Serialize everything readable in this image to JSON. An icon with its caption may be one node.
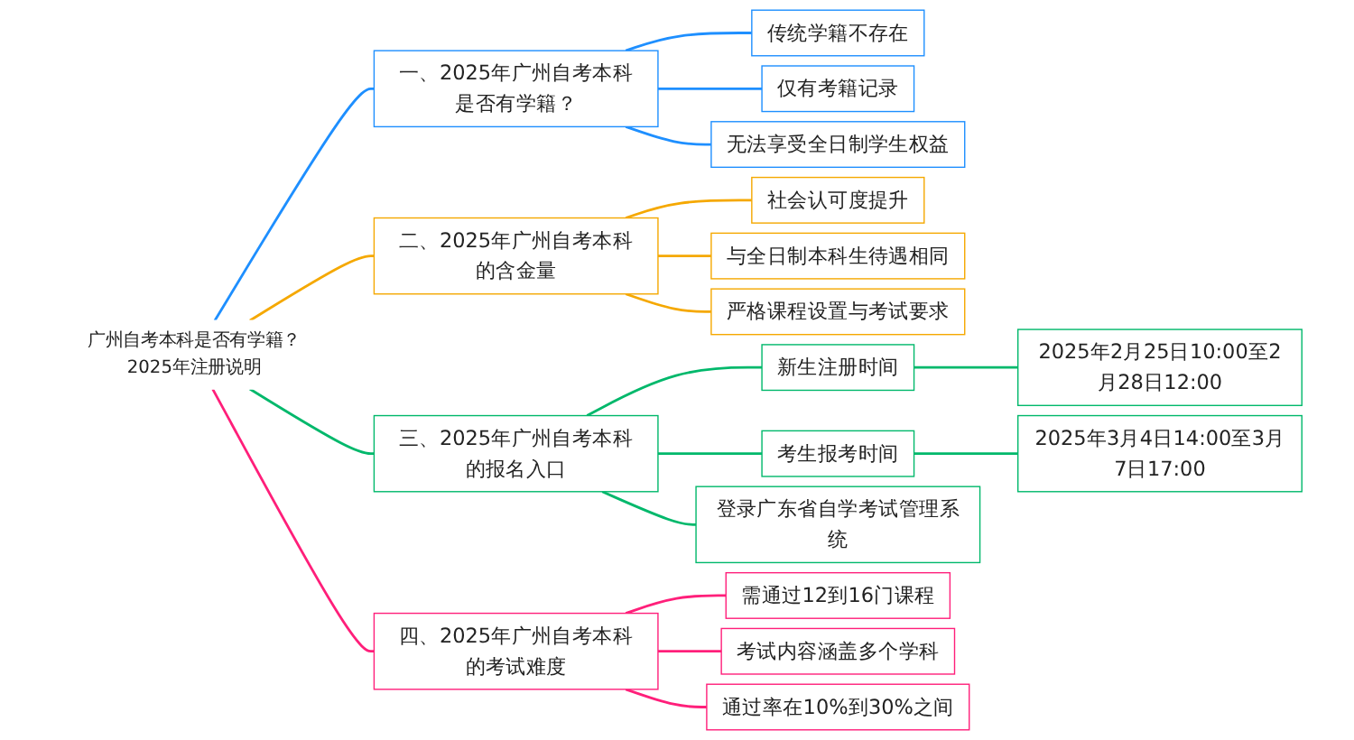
{
  "diagram": {
    "nodes": [
      {
        "text": [
          "广州自考本科是否有学籍？2025年注册说明"
        ]
      },
      {
        "text": [
          "一、2025年广州自考本科是否有学籍？"
        ]
      },
      {
        "text": [
          "传统学籍不存在"
        ]
      },
      {
        "text": [
          "仅有考籍记录"
        ]
      },
      {
        "text": [
          "无法享受全日制学生权益"
        ]
      },
      {
        "text": [
          "二、2025年广州自考本科的含金量"
        ]
      },
      {
        "text": [
          "社会认可度提升"
        ]
      },
      {
        "text": [
          "与全日制本科生待遇相同"
        ]
      },
      {
        "text": [
          "严格课程设置与考试要求"
        ]
      },
      {
        "text": [
          "三、2025年广州自考本科的报名入口"
        ]
      },
      {
        "text": [
          "新生注册时间"
        ]
      },
      {
        "text": [
          "2025年2月25日10:00至2月28日12:00"
        ]
      },
      {
        "text": [
          "考生报考时间"
        ]
      },
      {
        "text": [
          "2025年3月4日14:00至3月7日17:00"
        ]
      },
      {
        "text": [
          "登录广东省自学考试管理系统"
        ]
      },
      {
        "text": [
          "四、2025年广州自考本科的考试难度"
        ]
      },
      {
        "text": [
          "需通过12到16门课程"
        ]
      },
      {
        "text": [
          "考试内容涵盖多个学科"
        ]
      },
      {
        "text": [
          "通过率在10%到30%之间"
        ]
      }
    ],
    "edges": [
      {
        "from": 0,
        "to": 1,
        "arrow": "none",
        "color": "#1e8fff"
      },
      {
        "from": 1,
        "to": 2,
        "arrow": "none",
        "color": "#1e8fff"
      },
      {
        "from": 1,
        "to": 3,
        "arrow": "none",
        "color": "#1e8fff"
      },
      {
        "from": 1,
        "to": 4,
        "arrow": "none",
        "color": "#1e8fff"
      },
      {
        "from": 0,
        "to": 5,
        "arrow": "none",
        "color": "#f5a800"
      },
      {
        "from": 5,
        "to": 6,
        "arrow": "none",
        "color": "#f5a800"
      },
      {
        "from": 5,
        "to": 7,
        "arrow": "none",
        "color": "#f5a800"
      },
      {
        "from": 5,
        "to": 8,
        "arrow": "none",
        "color": "#f5a800"
      },
      {
        "from": 0,
        "to": 9,
        "arrow": "none"
      },
      {
        "from": 9,
        "to": 10,
        "arrow": "none"
      },
      {
        "from": 10,
        "to": 11,
        "arrow": "none"
      },
      {
        "from": 9,
        "to": 12,
        "arrow": "none"
      },
      {
        "from": 12,
        "to": 13,
        "arrow": "none"
      },
      {
        "from": 9,
        "to": 14,
        "arrow": "none"
      },
      {
        "from": 0,
        "to": 15,
        "arrow": "none",
        "color": "#ff1f7a"
      },
      {
        "from": 15,
        "to": 16,
        "arrow": "none",
        "color": "#ff1f7a"
      },
      {
        "from": 15,
        "to": 17,
        "arrow": "none",
        "color": "#ff1f7a"
      },
      {
        "from": 15,
        "to": 18,
        "arrow": "none",
        "color": "#ff1f7a"
      }
    ]
  }
}
